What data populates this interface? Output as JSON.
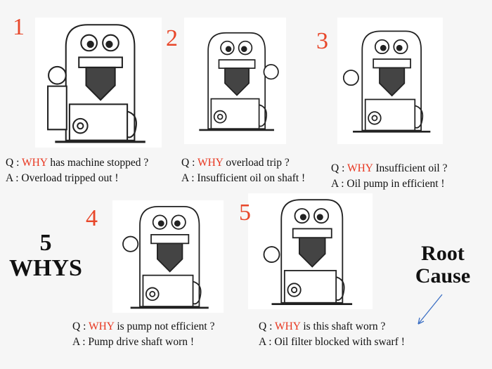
{
  "title": "5 WHYS",
  "title_number": "5",
  "title_word": "WHYS",
  "root_cause": {
    "line1": "Root",
    "line2": "Cause"
  },
  "accent_color": "#e8361f",
  "steps": [
    {
      "number": "1",
      "q_prefix": "Q : ",
      "why": "WHY",
      "question": " has machine stopped ?",
      "answer": "A : Overload tripped out !"
    },
    {
      "number": "2",
      "q_prefix": "Q : ",
      "why": "WHY",
      "question": " overload trip ?",
      "answer": "A : Insufficient oil on shaft !"
    },
    {
      "number": "3",
      "q_prefix": "Q : ",
      "why": "WHY",
      "question": " Insufficient oil ?",
      "answer": "A : Oil pump in efficient !"
    },
    {
      "number": "4",
      "q_prefix": "Q : ",
      "why": "WHY",
      "question": " is pump not efficient ?",
      "answer": "A : Pump drive shaft worn !"
    },
    {
      "number": "5",
      "q_prefix": "Q : ",
      "why": "WHY",
      "question": " is this shaft worn ?",
      "answer": "A : Oil filter blocked with swarf !"
    }
  ]
}
